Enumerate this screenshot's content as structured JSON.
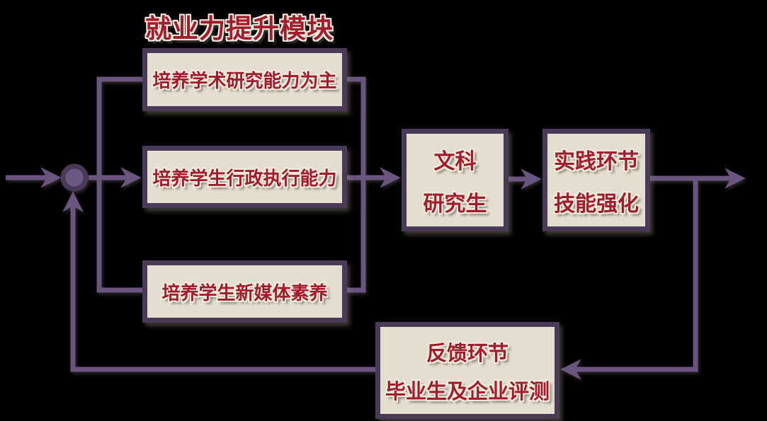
{
  "title": "就业力提升模块",
  "boxes": {
    "module1": {
      "label": "培养学术研究能力为主"
    },
    "module2": {
      "label": "培养学生行政执行能力"
    },
    "module3": {
      "label": "培养学生新媒体素养"
    },
    "student": {
      "line1": "文科",
      "line2": "研究生"
    },
    "practice": {
      "line1": "实践环节",
      "line2": "技能强化"
    },
    "feedback": {
      "line1": "反馈环节",
      "line2": "毕业生及企业评测"
    }
  },
  "colors": {
    "background": "#000000",
    "connector": "#6a5480",
    "box_fill": "#e3decf",
    "box_border": "#4a3a58",
    "text_red": "#a31c2e",
    "text_outline": "#f0ebdd",
    "node_inner": "#6d5884",
    "node_ring": "#4a3a58"
  }
}
